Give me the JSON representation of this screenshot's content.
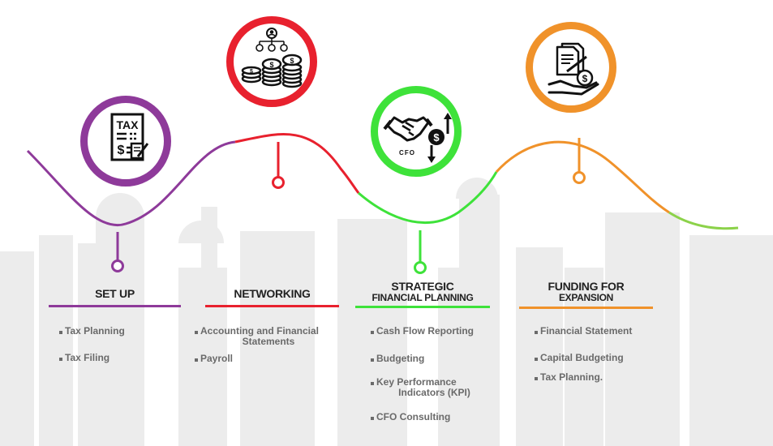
{
  "colors": {
    "purple": "#8e3a9a",
    "red": "#e8212e",
    "green": "#3ee23a",
    "orange": "#f0922a",
    "lightgreen": "#8cd24a",
    "buildings": "#ececec",
    "text": "#222222",
    "itemText": "#6a6a6a"
  },
  "stages": [
    {
      "title_line1": "SET UP",
      "title_line2": "",
      "icon": "tax-document-icon",
      "icon_text": "TAX",
      "items": [
        "Tax Planning",
        "Tax Filing"
      ]
    },
    {
      "title_line1": "NETWORKING",
      "title_line2": "",
      "icon": "people-coins-icon",
      "items": [
        "Accounting and Financial",
        "Statements",
        "Payroll"
      ]
    },
    {
      "title_line1": "STRATEGIC",
      "title_line2": "FINANCIAL PLANNING",
      "icon": "handshake-cfo-icon",
      "icon_text": "CFO",
      "items": [
        "Cash Flow Reporting",
        "Budgeting",
        "Key Performance",
        "Indicators (KPI)",
        "CFO Consulting"
      ]
    },
    {
      "title_line1": "FUNDING FOR",
      "title_line2": "EXPANSION",
      "icon": "funding-hand-icon",
      "items": [
        "Financial Statement",
        "Capital Budgeting",
        "Tax Planning."
      ]
    }
  ]
}
